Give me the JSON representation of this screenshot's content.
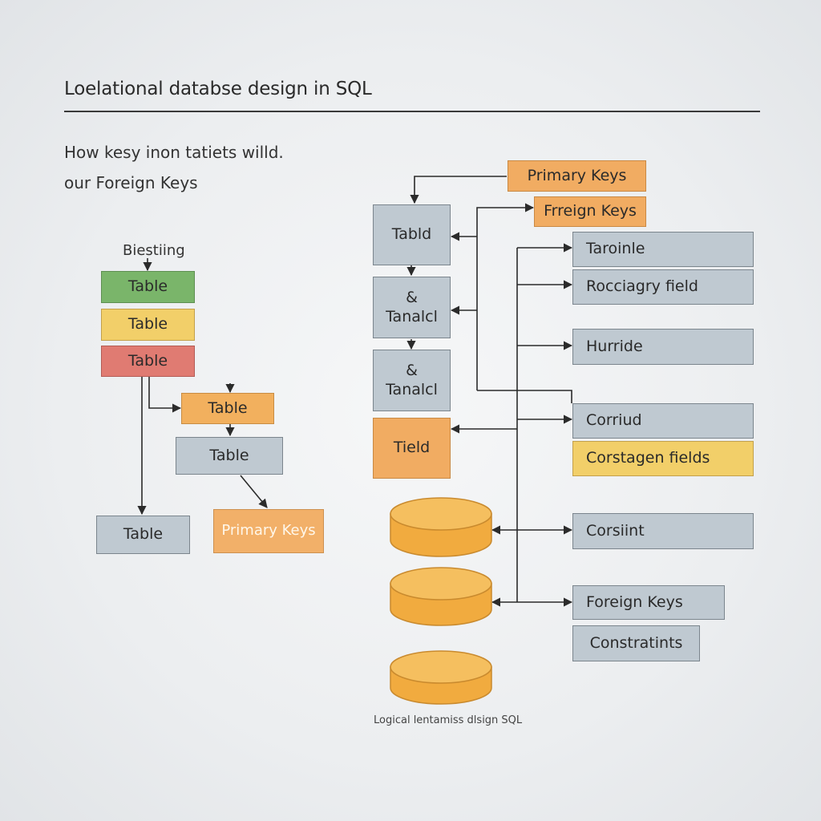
{
  "header": {
    "title": "Loelational databse design in SQL",
    "subtitle_line1": "How kesy inon tatiets willd.",
    "subtitle_line2": "our Foreign Keys"
  },
  "left_stack": {
    "label": "Biestiing",
    "green": "Table",
    "yellow": "Table",
    "red": "Table",
    "orange": "Table",
    "grey_mid": "Table",
    "grey_bottom": "Table",
    "primary_keys": "Primary Keys"
  },
  "middle_column": {
    "box1": "Tabld",
    "box2_line1": "&",
    "box2_line2": "Tanalcl",
    "box3_line1": "&",
    "box3_line2": "Tanalcl",
    "box4": "Tield"
  },
  "top_keys": {
    "primary": "Primary Keys",
    "foreign": "Frreign Keys"
  },
  "right_fields": {
    "f1": "Taroinle",
    "f2": "Rocciagry field",
    "f3": "Hurride",
    "f4": "Corriud",
    "f5": "Corstagen fields",
    "f6": "Corsiint",
    "f7": "Foreign Keys",
    "f8": "Constratints"
  },
  "footer": "Logical lentamiss dlsign SQL",
  "colors": {
    "grey": "#bfc9d1",
    "green": "#7ab56a",
    "yellow": "#f2cf69",
    "red": "#e07b72",
    "orange": "#f2b05e",
    "cylinder": "#f1ab3f",
    "line": "#2b2b2b"
  }
}
